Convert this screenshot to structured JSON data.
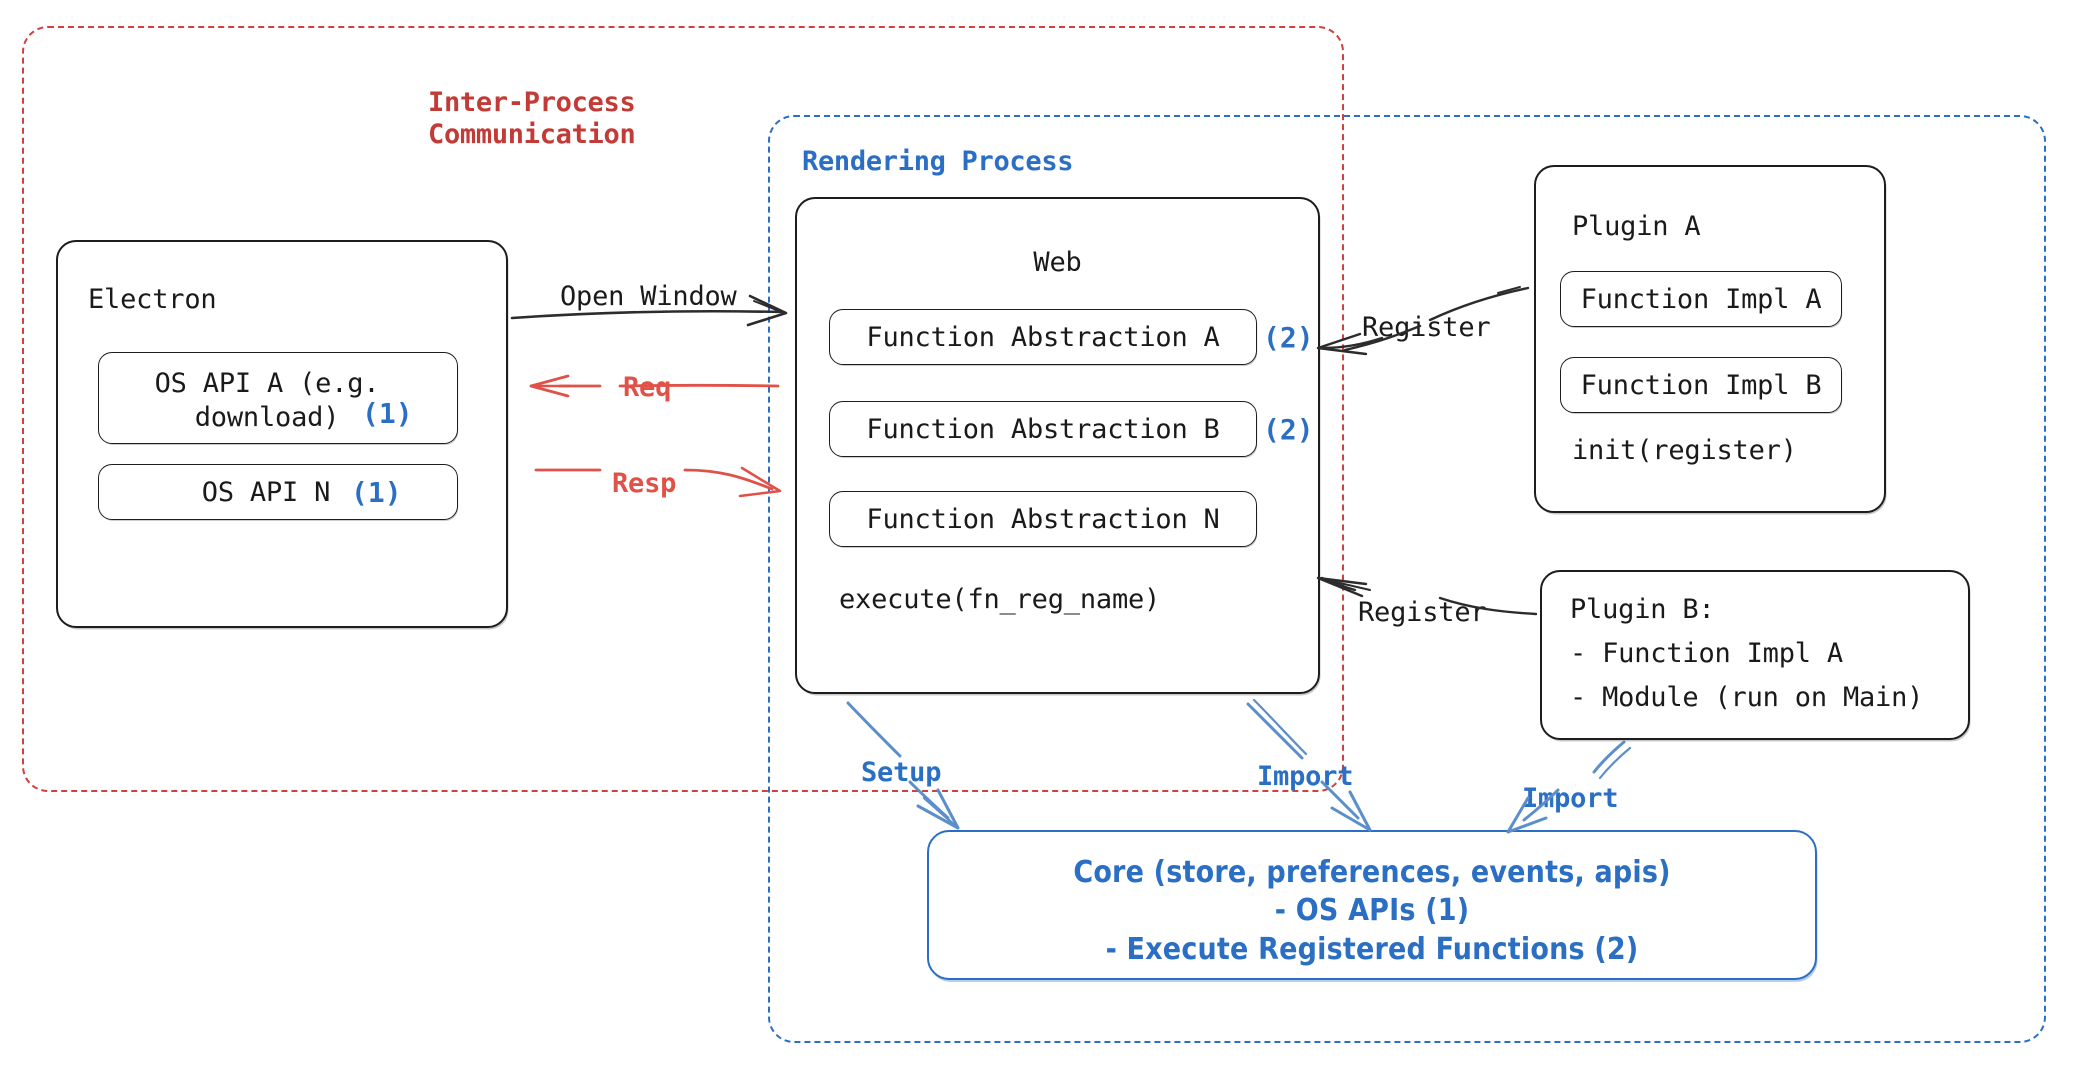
{
  "diagram": {
    "title": "Electron plugin architecture diagram",
    "colors": {
      "red": "#c23b36",
      "red_arrow": "#e05148",
      "blue": "#2b6fc4",
      "black": "#1a1a1a"
    },
    "groups": {
      "ipc": {
        "label": "Inter-Process\nCommunication"
      },
      "rendering": {
        "label": "Rendering Process"
      }
    },
    "electron": {
      "title": "Electron",
      "apis": [
        {
          "label": "OS API A (e.g.\ndownload)",
          "marker": "(1)"
        },
        {
          "label": "OS API N",
          "marker": "(1)"
        }
      ]
    },
    "web": {
      "title": "Web",
      "functions": [
        {
          "label": "Function Abstraction A",
          "marker": "(2)"
        },
        {
          "label": "Function Abstraction B",
          "marker": "(2)"
        },
        {
          "label": "Function Abstraction N",
          "marker": ""
        }
      ],
      "footer": "execute(fn_reg_name)"
    },
    "plugin_a": {
      "title": "Plugin A",
      "items": [
        "Function Impl A",
        "Function Impl B"
      ],
      "footer": "init(register)"
    },
    "plugin_b": {
      "lines": [
        "Plugin B:",
        "- Function Impl A",
        "- Module (run on Main)"
      ]
    },
    "core": {
      "lines": [
        "Core (store, preferences, events, apis)",
        "- OS APIs (1)",
        "- Execute Registered Functions (2)"
      ]
    },
    "edges": {
      "open_window": "Open Window",
      "req": "Req",
      "resp": "Resp",
      "register_a": "Register",
      "register_b": "Register",
      "setup": "Setup",
      "import_web": "Import",
      "import_plugin": "Import"
    }
  }
}
